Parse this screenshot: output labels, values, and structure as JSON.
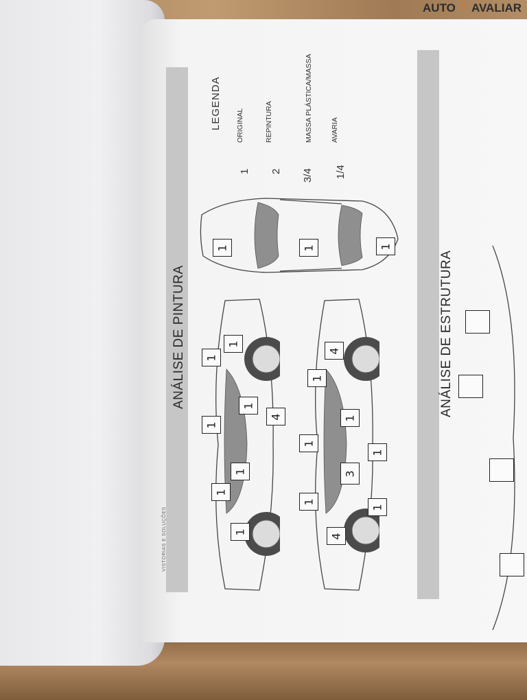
{
  "brand": {
    "prefix": "AUTO",
    "suffix": "AVALIAR",
    "accent_color": "#e8711c"
  },
  "form": {
    "company_tagline": "VISTORIAS E SOLUÇÕES",
    "paint_section_title": "ANÁLISE DE PINTURA",
    "structure_section_title": "ANÁLISE DE ESTRUTURA",
    "legend": {
      "title": "LEGENDA",
      "items": [
        {
          "code": "1",
          "label": "ORIGINAL"
        },
        {
          "code": "2",
          "label": "REPINTURA"
        },
        {
          "code": "3/4",
          "label": "MASSA PLÁSTICA/MASSA"
        },
        {
          "code": "1/4",
          "label": "AVARIA"
        }
      ]
    },
    "marks": {
      "side_upper": [
        "1",
        "1",
        "1",
        "1",
        "1",
        "1",
        "1",
        "4"
      ],
      "side_lower": [
        "4",
        "1",
        "1",
        "1",
        "1",
        "3",
        "1",
        "1",
        "4"
      ],
      "top_view": [
        "1",
        "1",
        "1"
      ],
      "structure": [
        "",
        "",
        "",
        ""
      ]
    }
  }
}
